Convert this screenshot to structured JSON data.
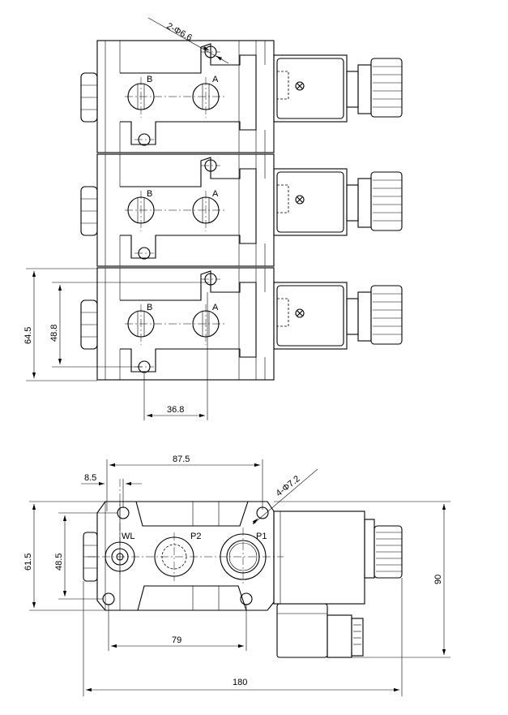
{
  "top_view": {
    "hole_callout": "2-Φ6.6",
    "port_b": "B",
    "port_a": "A",
    "dim_pitch": "64.5",
    "dim_hole_spacing": "48.8",
    "dim_port_spacing": "36.8"
  },
  "bottom_view": {
    "dim_total_length": "180",
    "dim_body_length": "87.5",
    "dim_offset": "8.5",
    "dim_mount": "79",
    "dim_height_outer": "61.5",
    "dim_height_inner": "48.5",
    "dim_height_total": "90",
    "hole_callout": "4-Φ7.2",
    "port_wl": "WL",
    "port_p2": "P2",
    "port_p1": "P1"
  }
}
